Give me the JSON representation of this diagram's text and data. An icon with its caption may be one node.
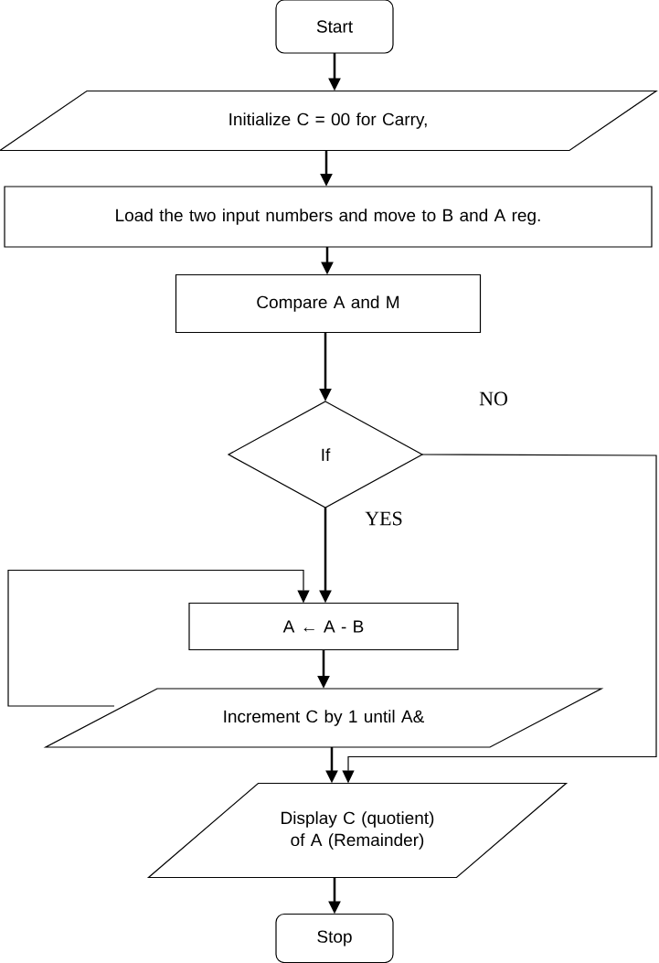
{
  "diagram": {
    "nodes": [
      {
        "text": [
          "Start"
        ]
      },
      {
        "text": [
          "Initialize C = 00 for Carry,"
        ]
      },
      {
        "text": [
          "Load the two input numbers and move to B and A reg."
        ]
      },
      {
        "text": [
          "Compare A and M"
        ]
      },
      {
        "text": [
          "If"
        ]
      },
      {
        "text": [
          "A ← A - B"
        ]
      },
      {
        "text": [
          "Increment C by 1 until A&"
        ]
      },
      {
        "text": [
          "Display C (quotient) of A (Remainder)"
        ]
      },
      {
        "text": [
          "Stop"
        ]
      }
    ],
    "edges": [
      {
        "from": 0,
        "to": 1,
        "arrow": "to"
      },
      {
        "from": 1,
        "to": 2,
        "arrow": "to"
      },
      {
        "from": 2,
        "to": 3,
        "arrow": "to"
      },
      {
        "from": 3,
        "to": 4,
        "arrow": "to"
      },
      {
        "from": 4,
        "to": 5,
        "arrow": "to",
        "label": "YES"
      },
      {
        "from": 5,
        "to": 6,
        "arrow": "to"
      },
      {
        "from": 6,
        "to": 7,
        "arrow": "to"
      },
      {
        "from": 7,
        "to": 8,
        "arrow": "to"
      },
      {
        "from": 4,
        "to": 7,
        "arrow": "to",
        "label": "NO"
      },
      {
        "from": 6,
        "to": 5,
        "arrow": "to"
      }
    ]
  }
}
